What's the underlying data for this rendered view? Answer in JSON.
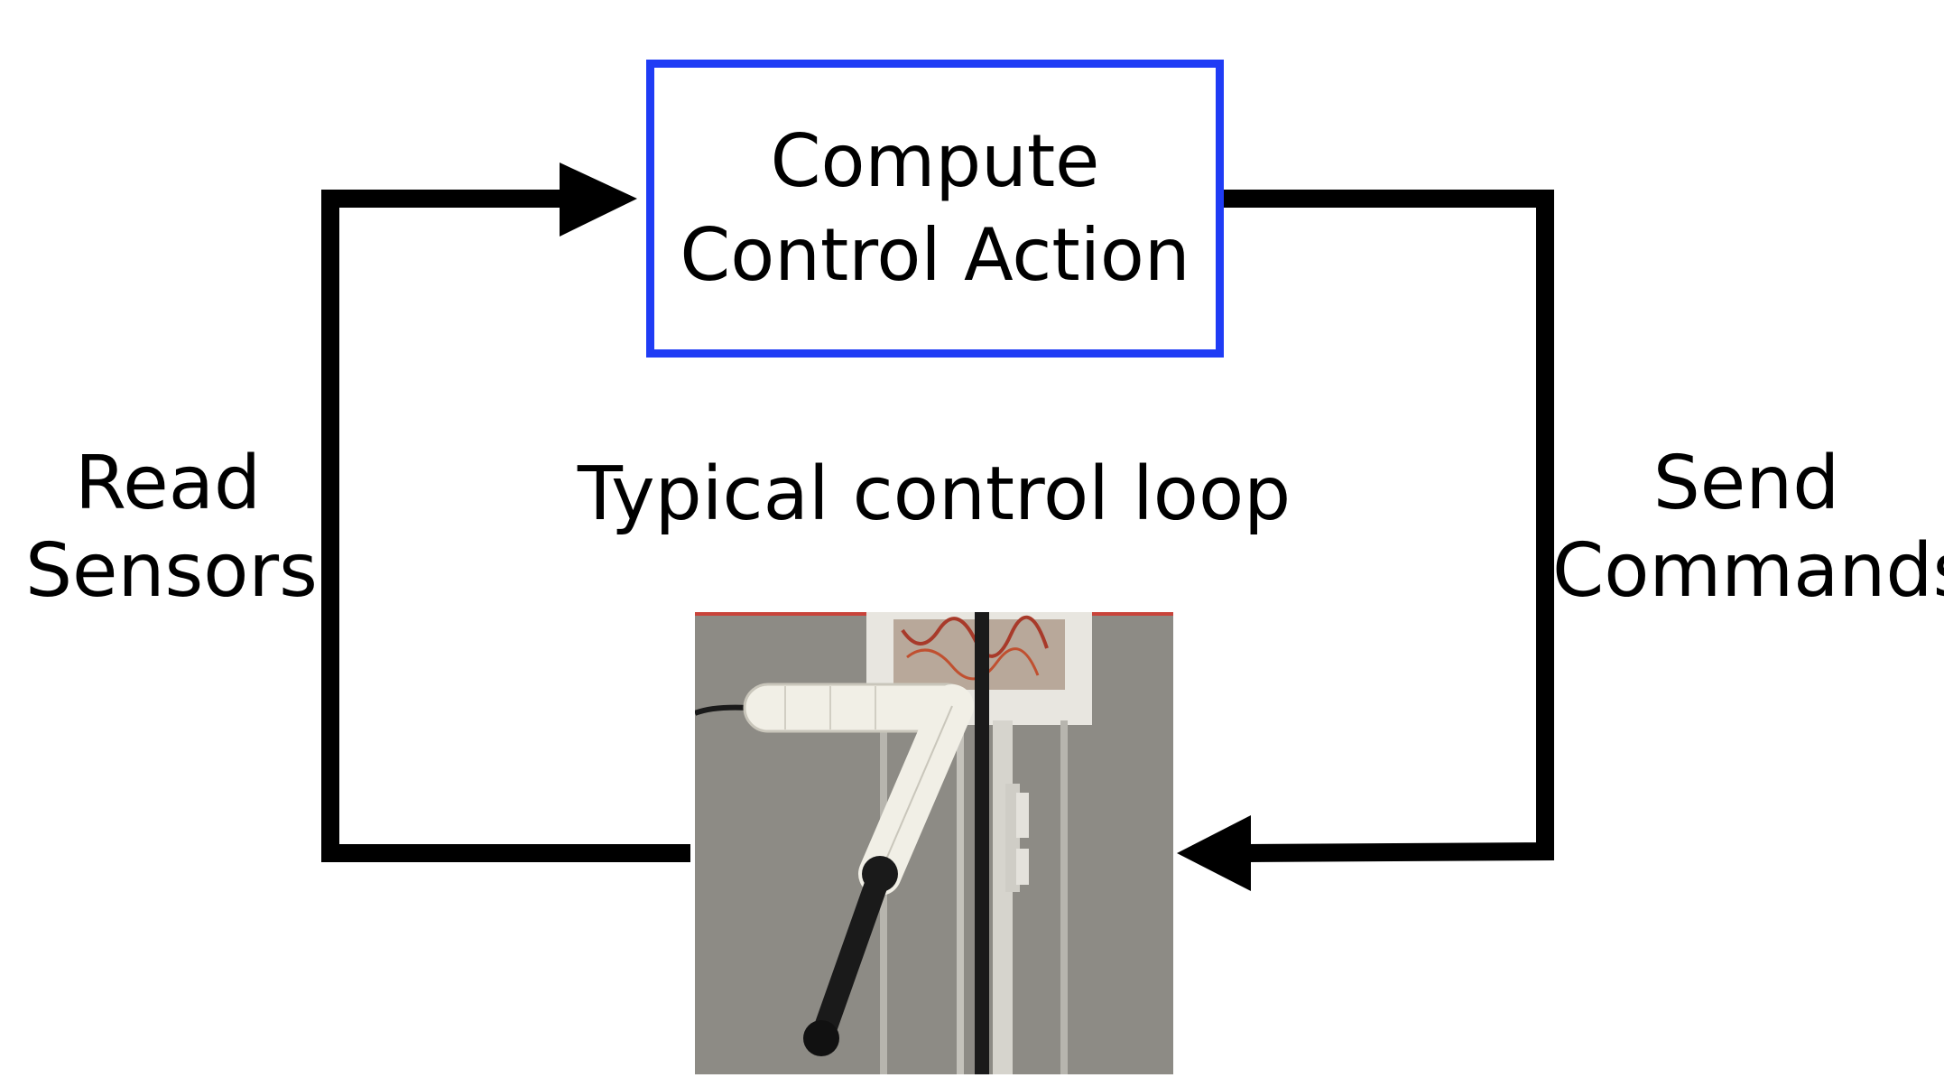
{
  "diagram": {
    "process_box": {
      "lines": [
        "Compute",
        "Control Action"
      ],
      "border_color": "#1f3cf5"
    },
    "left_label": {
      "lines": [
        "Read",
        "Sensors"
      ]
    },
    "right_label": {
      "lines": [
        "Send",
        "Commands"
      ]
    },
    "center_label": "Typical control loop",
    "photo": {
      "subject": "robotic leg on vertical rail test rig",
      "icon": "robot-leg-photo"
    },
    "arrow_color": "#000000"
  }
}
